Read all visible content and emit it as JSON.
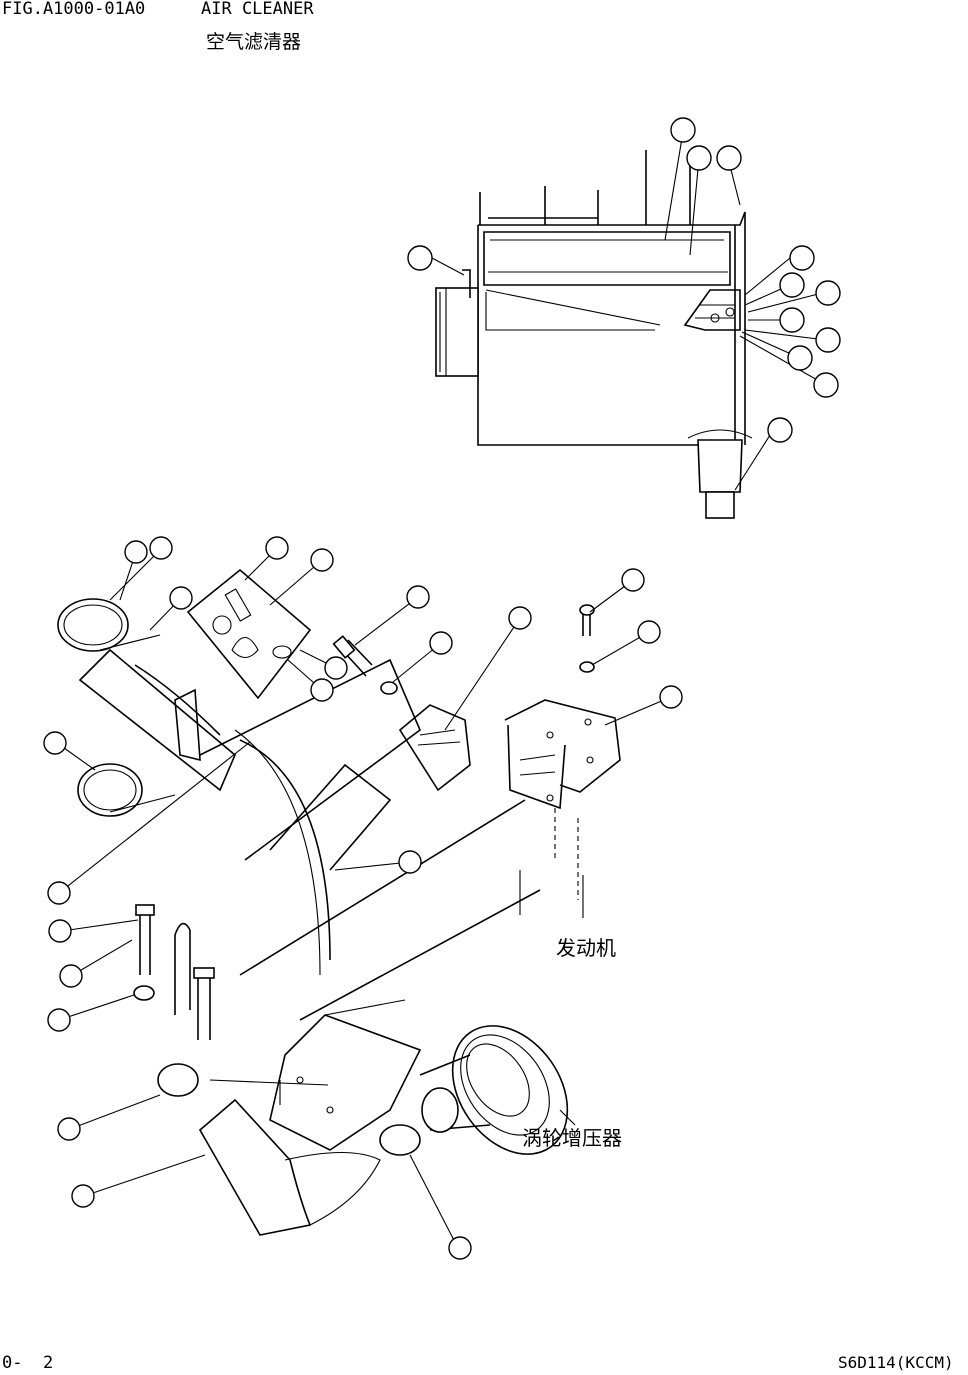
{
  "header": {
    "fig_code": "FIG.A1000-01A0",
    "title_en": "AIR CLEANER",
    "title_cn": "空气滤清器"
  },
  "labels": {
    "engine": "发动机",
    "turbocharger": "涡轮增压器"
  },
  "footer": {
    "page": "0-  2",
    "model": "S6D114(KCCM)"
  }
}
